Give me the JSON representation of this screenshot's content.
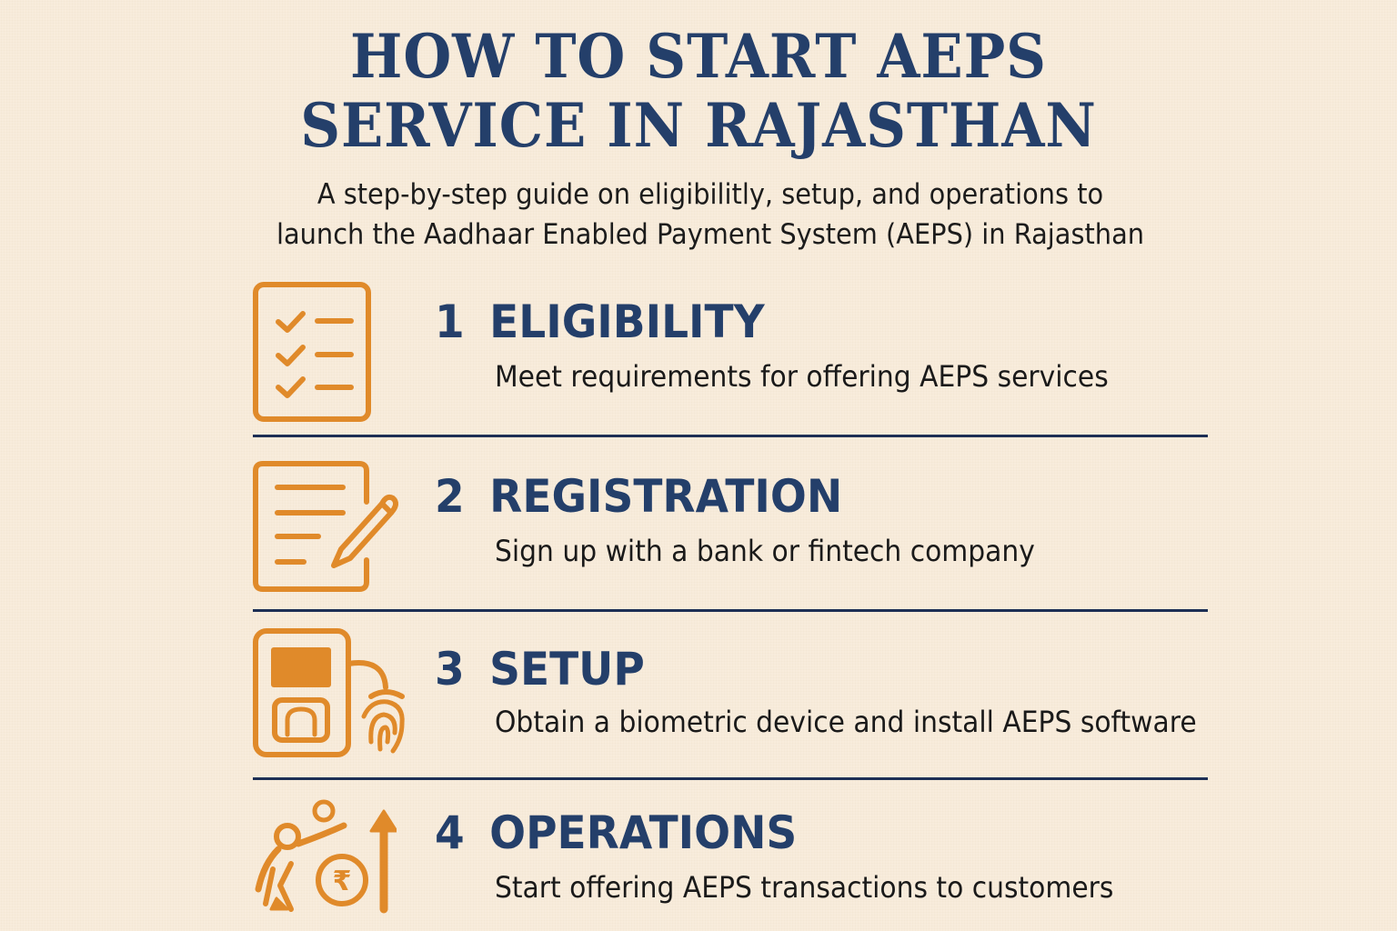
{
  "header": {
    "title_line1": "HOW TO START AEPS",
    "title_line2": "SERVICE IN RAJASTHAN",
    "subtitle_line1": "A step-by-step guide on eligibilitly, setup, and operations to",
    "subtitle_line2": "launch the Aadhaar Enabled Payment System (AEPS) in Rajasthan"
  },
  "colors": {
    "background": "#f8ecdc",
    "title": "#243f6a",
    "icon": "#e08a2a",
    "divider": "#1d2f55",
    "body_text": "#1a1a1a"
  },
  "steps": [
    {
      "number": "1",
      "title": "ELIGIBILITY",
      "description": "Meet requirements for offering AEPS services",
      "icon": "checklist-icon"
    },
    {
      "number": "2",
      "title": "REGISTRATION",
      "description": "Sign up with a bank or fintech company",
      "icon": "document-pencil-icon"
    },
    {
      "number": "3",
      "title": "SETUP",
      "description": "Obtain a biometric device and install AEPS software",
      "icon": "biometric-device-icon"
    },
    {
      "number": "4",
      "title": "OPERATIONS",
      "description": "Start offering AEPS transactions to customers",
      "icon": "rupee-growth-icon"
    }
  ]
}
